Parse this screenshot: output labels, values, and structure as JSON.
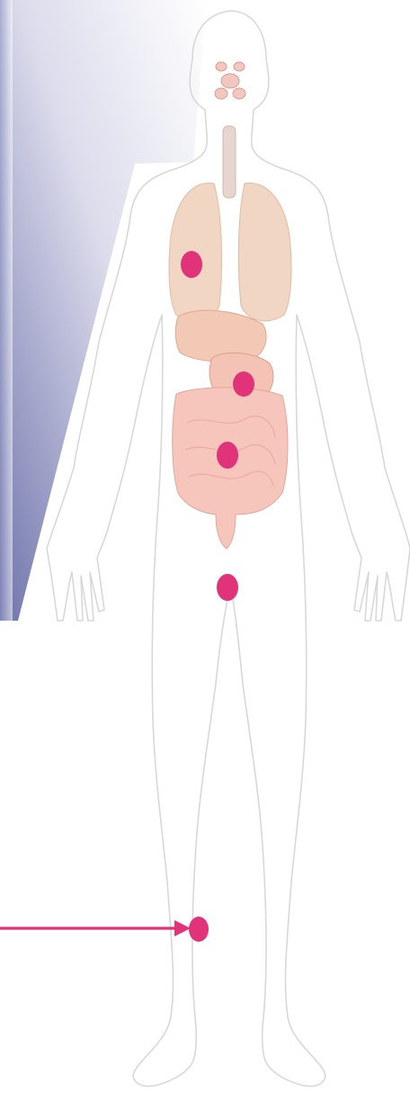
{
  "colors": {
    "marker": "#e0337a",
    "arrow": "#e0337a",
    "outline": "#d8d8d8",
    "organs_lung": "#f0d2bd",
    "organs_gut": "#f6c5bd",
    "panel_dark": "#7d82b4",
    "panel_light": "#ffffff"
  },
  "markers": [
    {
      "name": "marker-lung"
    },
    {
      "name": "marker-stomach"
    },
    {
      "name": "marker-intestine"
    },
    {
      "name": "marker-groin"
    },
    {
      "name": "marker-knee"
    }
  ],
  "icons": [
    "human-body-outline",
    "organs-illustration",
    "arrow-icon"
  ]
}
